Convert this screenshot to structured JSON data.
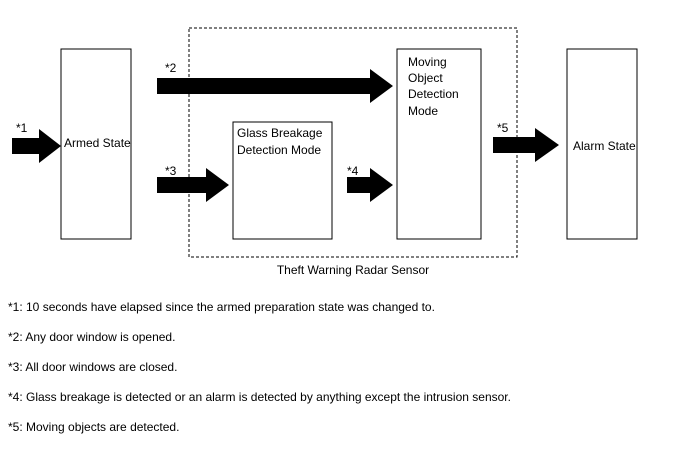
{
  "diagram": {
    "states": {
      "armed": "Armed State",
      "glass": [
        "Glass Breakage",
        "Detection Mode"
      ],
      "moving": [
        "Moving",
        "Object",
        "Detection",
        "Mode"
      ],
      "alarm": "Alarm State"
    },
    "sensor_group_label": "Theft Warning Radar Sensor",
    "arrow_labels": {
      "a1": "*1",
      "a2": "*2",
      "a3": "*3",
      "a4": "*4",
      "a5": "*5"
    }
  },
  "notes": [
    "*1: 10 seconds have elapsed since the armed preparation state was changed to.",
    "*2: Any door window is opened.",
    "*3: All door windows are closed.",
    "*4: Glass breakage is detected or an alarm is detected by anything except the intrusion sensor.",
    "*5: Moving objects are detected."
  ]
}
